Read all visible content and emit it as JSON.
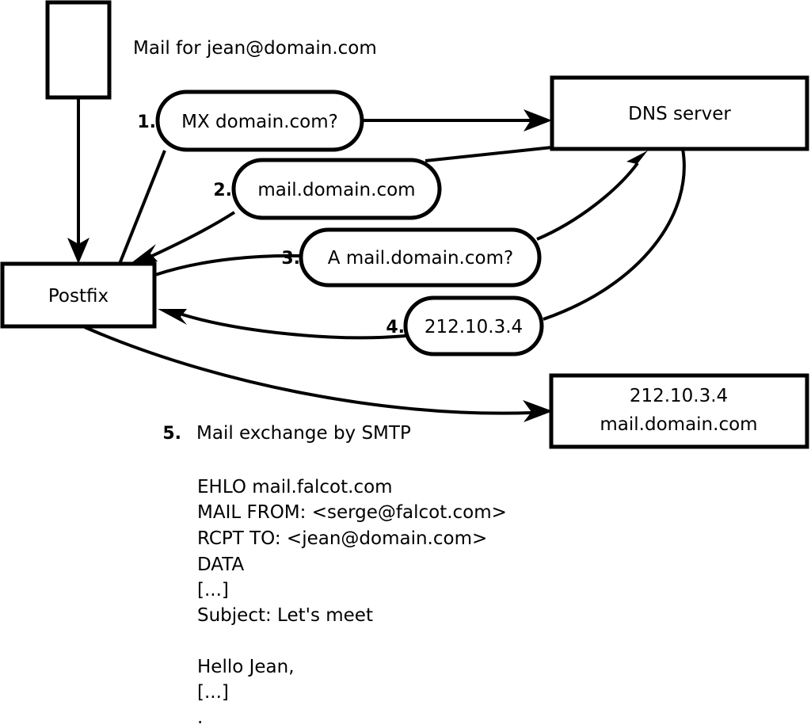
{
  "diagram": {
    "title": "Mail for jean@domain.com",
    "nodes": [
      {
        "id": "sender",
        "label": ""
      },
      {
        "id": "postfix",
        "label": "Postfix"
      },
      {
        "id": "dns",
        "label": "DNS server"
      },
      {
        "id": "target",
        "line1": "212.10.3.4",
        "line2": "mail.domain.com"
      }
    ],
    "steps": [
      {
        "num": "1.",
        "bubble": "MX domain.com?"
      },
      {
        "num": "2.",
        "bubble": "mail.domain.com"
      },
      {
        "num": "3.",
        "bubble": "A mail.domain.com?"
      },
      {
        "num": "4.",
        "bubble": "212.10.3.4"
      }
    ],
    "step5": {
      "num": "5.",
      "label": "Mail exchange by SMTP"
    },
    "smtp_transcript": [
      "EHLO mail.falcot.com",
      "MAIL FROM: <serge@falcot.com>",
      "RCPT TO: <jean@domain.com>",
      "DATA",
      "[...]",
      "Subject: Let's meet",
      "",
      "Hello Jean,",
      "[...]",
      "."
    ],
    "colors": {
      "stroke": "#000000",
      "fill": "#ffffff",
      "text": "#000000"
    }
  }
}
